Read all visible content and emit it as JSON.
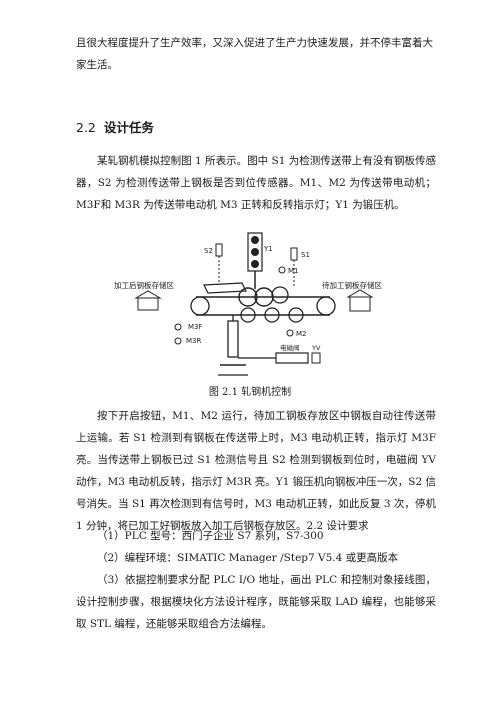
{
  "intro": {
    "line1": "且很大程度提升了生产效率，又深入促进了生产力快速发展，并不停丰富着大",
    "line2": "家生活。"
  },
  "section": {
    "number": "2.2",
    "title": "设计任务"
  },
  "task_para": "某轧钢机模拟控制图 1 所表示。图中 S1 为检测传送带上有没有钢板传感器，S2 为检测传送带上钢板是否到位传感器。M1、M2 为传送带电动机；M3F和 M3R 为传送带电动机 M3 正转和反转指示灯；Y1 为锻压机。",
  "figure": {
    "label_s2": "S2",
    "label_s1": "S1",
    "label_y1": "Y1",
    "label_m1": "M1",
    "label_left_area": "加工后钢板存储区",
    "label_right_area": "待加工钢板存储区",
    "label_m3f": "M3F",
    "label_m3r": "M3R",
    "label_m2": "M2",
    "label_valve": "电磁阀",
    "label_yv": "YV",
    "caption": "图 2.1  轧钢机控制"
  },
  "process_para": "按下开启按钮，M1、M2 运行，待加工钢板存放区中钢板自动往传送带上运输。若 S1 检测到有钢板在传送带上时，M3 电动机正转，指示灯 M3F 亮。当传送带上钢板已过 S1 检测信号且 S2 检测到钢板到位时，电磁阀 YV 动作，M3 电动机反转，指示灯 M3R 亮。Y1 锻压机向钢板冲压一次，S2 信号消失。当 S1 再次检测到有信号时，M3 电动机正转，如此反复 3 次，停机 1 分钟，将已加工好钢板放入加工后钢板存放区。2.2 设计要求",
  "requirements": [
    "（1）PLC 型号：西门子企业 S7 系列，S7-300",
    "（2）编程环境：SIMATIC Manager /Step7 V5.4 或更高版本",
    "（3）依据控制要求分配 PLC I/O 地址，画出 PLC 和控制对象接线图，设计控制步骤，根据模块化方法设计程序，既能够采取 LAD 编程，也能够采取 STL 编程，还能够采取组合方法编程。"
  ]
}
